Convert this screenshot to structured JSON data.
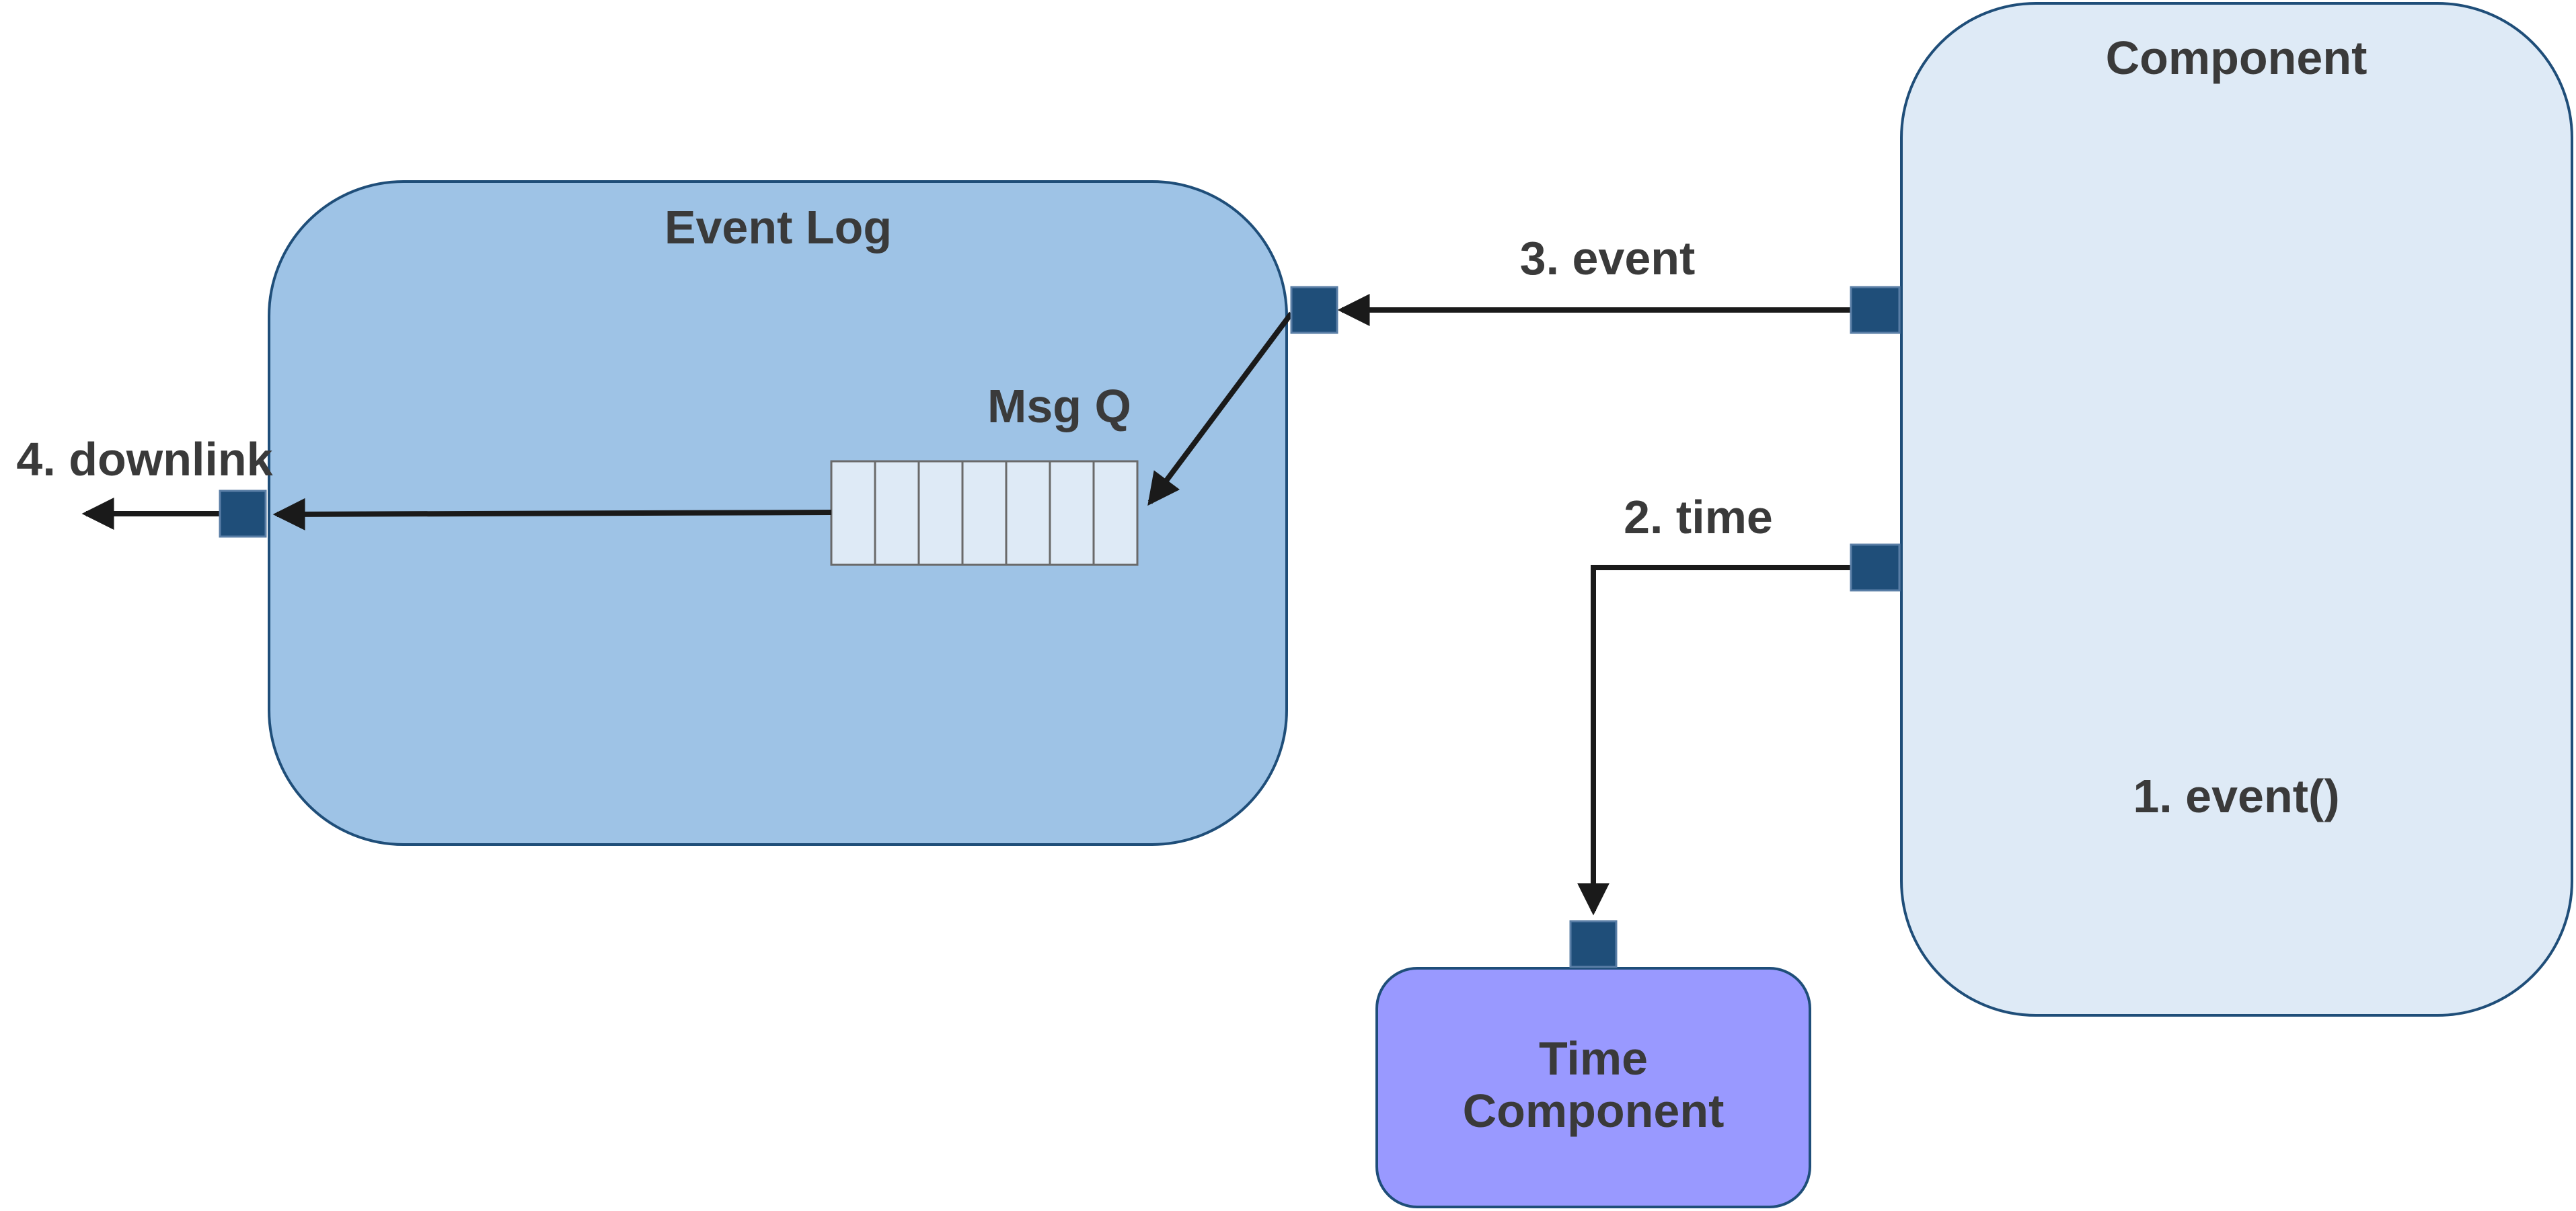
{
  "diagram": {
    "event_log": {
      "title": "Event Log",
      "queue_label": "Msg Q"
    },
    "component": {
      "title": "Component",
      "call_label": "1. event()"
    },
    "time_component": {
      "title_line1": "Time",
      "title_line2": "Component"
    },
    "connections": {
      "time": "2. time",
      "event": "3. event",
      "downlink": "4. downlink"
    }
  },
  "colors": {
    "event_log_fill": "#9ec3e6",
    "component_fill": "#deeaf6",
    "time_component_fill": "#9999ff",
    "port_fill": "#1f4e79",
    "queue_cell_fill": "#deeaf6",
    "border": "#1f4e79",
    "text": "#3a3a3a",
    "arrow": "#1a1a1a"
  }
}
